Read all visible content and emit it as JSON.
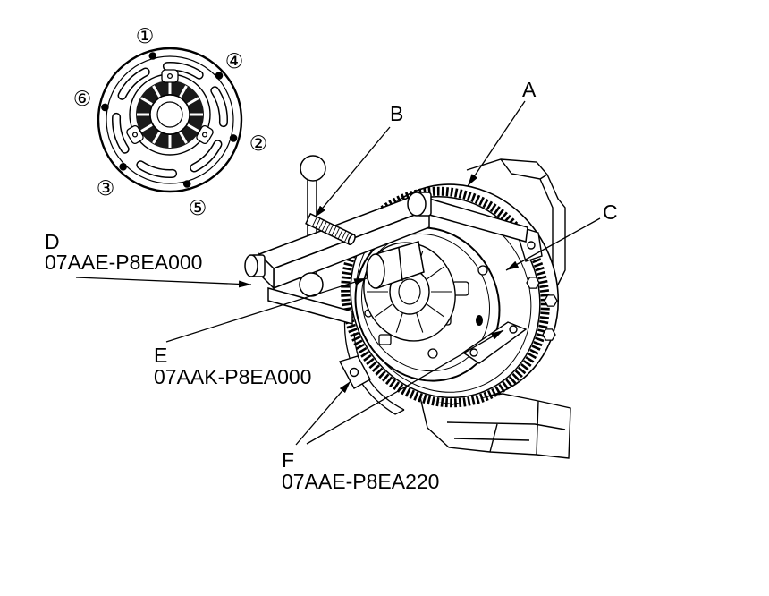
{
  "callouts": {
    "a": {
      "letter": "A"
    },
    "b": {
      "letter": "B"
    },
    "c": {
      "letter": "C"
    },
    "d": {
      "letter": "D",
      "part_number": "07AAE-P8EA000"
    },
    "e": {
      "letter": "E",
      "part_number": "07AAK-P8EA000"
    },
    "f": {
      "letter": "F",
      "part_number": "07AAE-P8EA220"
    }
  },
  "bolt_sequence_markers": {
    "1": "①",
    "2": "②",
    "3": "③",
    "4": "④",
    "5": "⑤",
    "6": "⑥"
  }
}
